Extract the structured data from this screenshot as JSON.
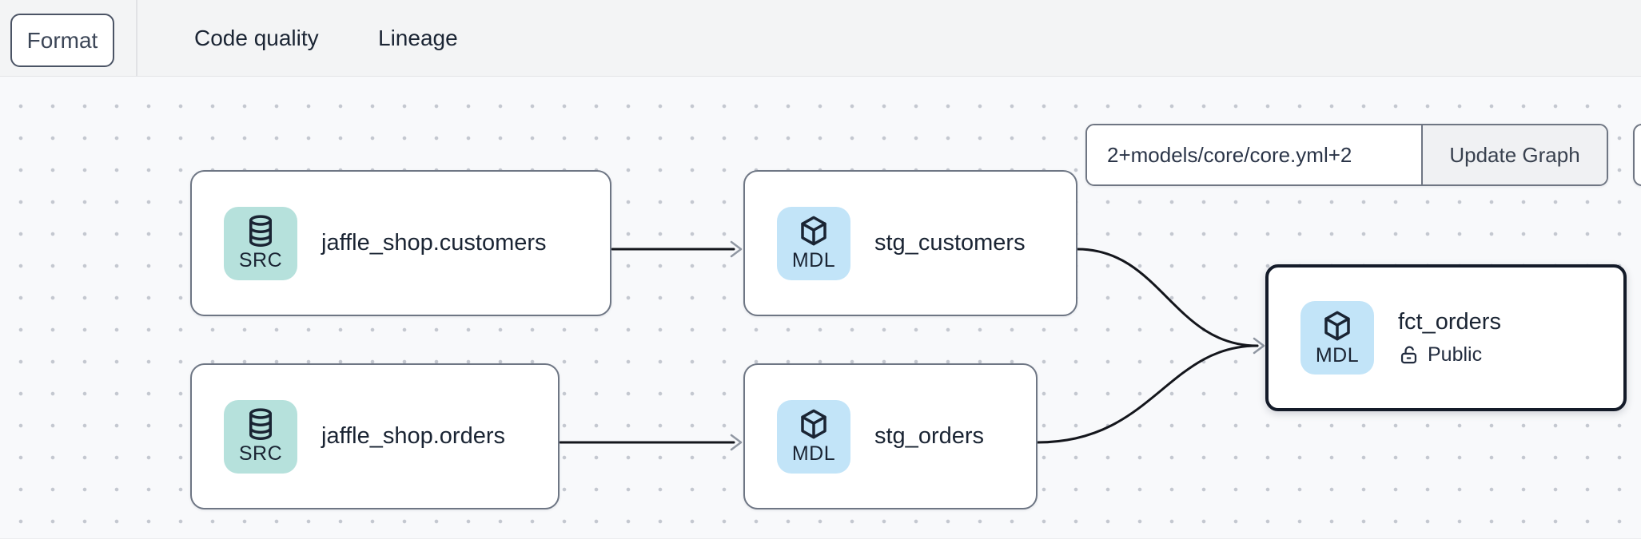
{
  "toolbar": {
    "format_button": "Format",
    "tabs": [
      {
        "label": "Code quality",
        "active": false
      },
      {
        "label": "Lineage",
        "active": true
      }
    ]
  },
  "lineage_controls": {
    "selector_input_value": "2+models/core/core.yml+2",
    "update_graph_button": "Update Graph"
  },
  "graph": {
    "nodes": [
      {
        "id": "jaffle_shop.customers",
        "badge": "SRC",
        "icon": "database-icon",
        "title": "jaffle_shop.customers",
        "selected": false
      },
      {
        "id": "stg_customers",
        "badge": "MDL",
        "icon": "cube-icon",
        "title": "stg_customers",
        "selected": false
      },
      {
        "id": "jaffle_shop.orders",
        "badge": "SRC",
        "icon": "database-icon",
        "title": "jaffle_shop.orders",
        "selected": false
      },
      {
        "id": "stg_orders",
        "badge": "MDL",
        "icon": "cube-icon",
        "title": "stg_orders",
        "selected": false
      },
      {
        "id": "fct_orders",
        "badge": "MDL",
        "icon": "cube-icon",
        "title": "fct_orders",
        "access": "Public",
        "access_icon": "unlock-icon",
        "selected": true
      }
    ],
    "edges": [
      {
        "from": "jaffle_shop.customers",
        "to": "stg_customers"
      },
      {
        "from": "jaffle_shop.orders",
        "to": "stg_orders"
      },
      {
        "from": "stg_customers",
        "to": "fct_orders"
      },
      {
        "from": "stg_orders",
        "to": "fct_orders"
      }
    ]
  },
  "colors": {
    "topbar_bg": "#f3f4f5",
    "canvas_bg": "#f8f9fb",
    "canvas_dot": "#c4c8d0",
    "node_border": "#6e7684",
    "node_selected_border": "#141b29",
    "src_badge_bg": "#b6e1dc",
    "mdl_badge_bg": "#c2e4f8",
    "ink": "#1a2433",
    "edge": "#14161c",
    "arrowhead": "#9097a2",
    "tab_underline": "#9aa1ab",
    "update_button_bg": "#f0f1f3"
  }
}
